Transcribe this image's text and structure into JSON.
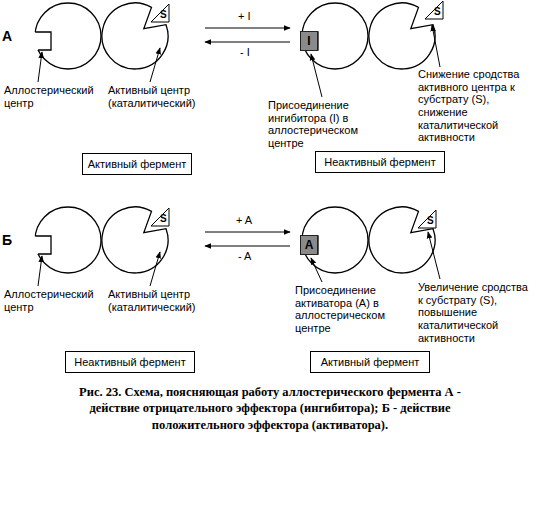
{
  "diagram": {
    "caption": "Рис. 23. Схема, поясняющая работу аллостерического фермента А - действие отрицательного эффектора (ингибитора); Б - действие положительного эффектора (активатора).",
    "nodes": [
      {
        "text": [
          "S"
        ]
      },
      {
        "text": [
          "I"
        ]
      },
      {
        "text": [
          "S"
        ]
      },
      {
        "text": [
          "Активный фермент"
        ]
      },
      {
        "text": [
          "Неактивный фермент"
        ]
      },
      {
        "text": [
          "S"
        ]
      },
      {
        "text": [
          "A"
        ]
      },
      {
        "text": [
          "S"
        ]
      },
      {
        "text": [
          "Неактивный фермент"
        ]
      },
      {
        "text": [
          "Активный фермент"
        ]
      }
    ],
    "labels": [
      "А",
      "Аллостерический центр",
      "Активный центр (каталитический)",
      "+ I",
      "- I",
      "Присоединение ингибитора (I) в аллостерическом центре",
      "Снижение сродства активного центра к субстрату (S), снижение каталитической активности",
      "Б",
      "Аллостерический центр",
      "Активный центр (каталитический)",
      "+ A",
      "- A",
      "Присоединение активатора (A) в аллостерическом центре",
      "Увеличение сродства к субстрату (S), повышение каталитической активности"
    ]
  }
}
